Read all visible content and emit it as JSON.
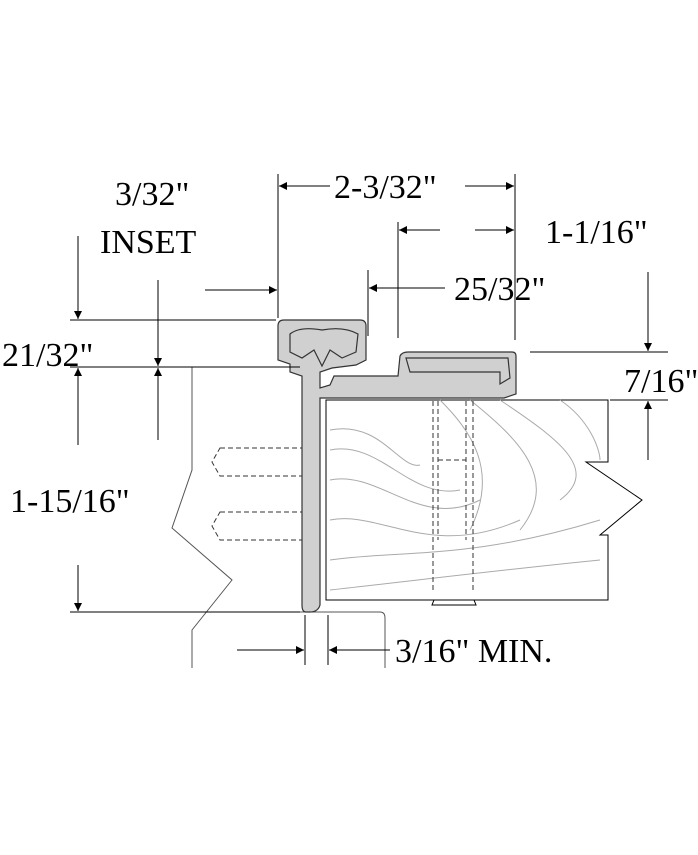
{
  "dimensions": {
    "inset_value": "3/32\"",
    "inset_label": "INSET",
    "overall_width": "2-3/32\"",
    "leaf_width": "1-1/16\"",
    "offset": "25/32\"",
    "top_height": "21/32\"",
    "leaf_height": "7/16\"",
    "frame_depth": "1-15/16\"",
    "gap_min": "3/16\" MIN."
  }
}
